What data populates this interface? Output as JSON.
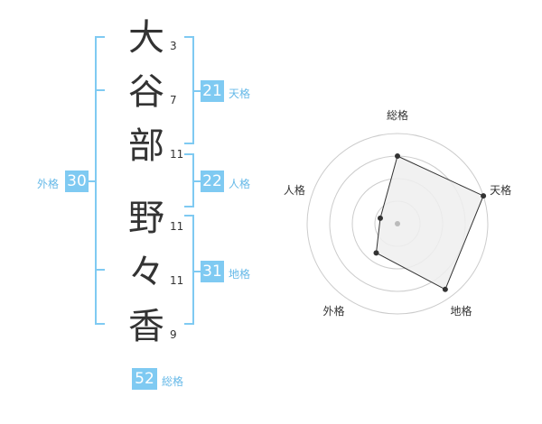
{
  "name": {
    "characters": [
      {
        "char": "大",
        "strokes": "3"
      },
      {
        "char": "谷",
        "strokes": "7"
      },
      {
        "char": "部",
        "strokes": "11"
      },
      {
        "char": "野",
        "strokes": "11"
      },
      {
        "char": "々",
        "strokes": "11"
      },
      {
        "char": "香",
        "strokes": "9"
      }
    ]
  },
  "kaku": {
    "tenkaku": {
      "value": "21",
      "label": "天格"
    },
    "jinkaku": {
      "value": "22",
      "label": "人格"
    },
    "chikaku": {
      "value": "31",
      "label": "地格"
    },
    "gaikaku": {
      "value": "30",
      "label": "外格"
    },
    "soukaku": {
      "value": "52",
      "label": "総格"
    }
  },
  "chart_data": {
    "type": "radar",
    "axes": [
      "総格",
      "天格",
      "地格",
      "外格",
      "人格"
    ],
    "values": [
      0.75,
      1.0,
      0.9,
      0.4,
      0.2
    ],
    "rings": 4,
    "colors": {
      "fill": "#eeeeee",
      "stroke": "#333333",
      "grid": "#cccccc",
      "center": "#bbbbbb"
    }
  }
}
